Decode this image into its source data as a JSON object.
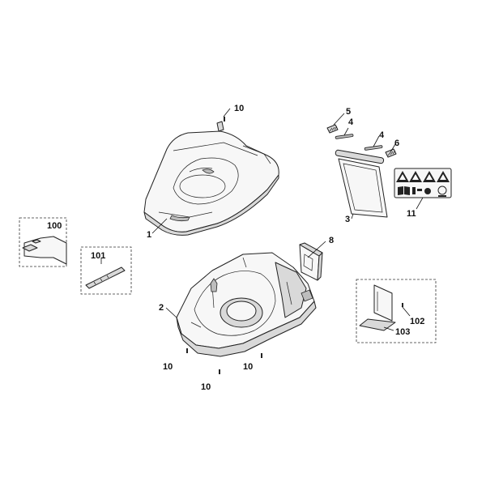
{
  "labels": {
    "top_screw": "10",
    "spring_top": "5",
    "pin_top": "4",
    "pin_lower": "4",
    "spring_right": "6",
    "warning_sticker": "11",
    "flap": "3",
    "upper_housing": "1",
    "left_box": "100",
    "middle_box": "101",
    "rear_guard": "8",
    "lower_housing": "2",
    "right_box_screw": "102",
    "right_box_part": "103",
    "screw_left": "10",
    "screw_bottom": "10",
    "screw_right": "10"
  },
  "icons": {
    "warning_sticker": [
      "warning-triangle-icon",
      "warning-triangle-icon",
      "warning-triangle-icon",
      "warning-triangle-icon",
      "manual-book-icon",
      "key-icon",
      "ear-protection-icon",
      "stop-sign-icon"
    ]
  },
  "colors": {
    "line": "#222222",
    "fill_light": "#f7f7f7",
    "fill_mid": "#d9d9d9",
    "background": "#ffffff"
  }
}
